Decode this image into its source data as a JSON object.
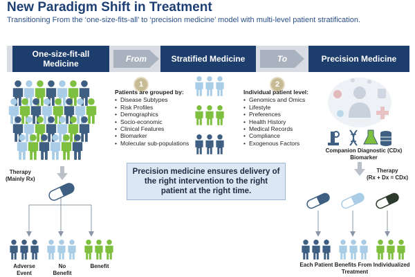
{
  "title": "New Paradigm Shift in Treatment",
  "subtitle": "Transitioning From the ‘one-size-fits-all’ to ‘precision medicine’ model with multi-level patient stratification.",
  "stages": {
    "one_size": "One-size-fit-all Medicine",
    "stratified": "Stratified Medicine",
    "precision": "Precision Medicine"
  },
  "arrows": {
    "from": "From",
    "to": "To"
  },
  "step_numbers": [
    "1",
    "2"
  ],
  "grouping": {
    "heading": "Patients are grouped by:",
    "items": [
      "Disease Subtypes",
      "Risk Profiles",
      "Demographics",
      "Socio-economic",
      "Clinical Features",
      "Biomarker",
      "Molecular sub-populations"
    ]
  },
  "individual": {
    "heading": "Individual patient level:",
    "items": [
      "Genomics and Omics",
      "Lifestyle",
      "Preferences",
      "Health History",
      "Medical Records",
      "Compliance",
      "Exogenous Factors"
    ]
  },
  "callout": "Precision medicine ensures delivery of the right intervention to the right patient at the right time.",
  "therapy_left": {
    "line1": "Therapy",
    "line2": "(Mainly Rx)"
  },
  "outcomes_left": {
    "adverse": [
      "Adverse",
      "Event"
    ],
    "no_benefit": [
      "No",
      "Benefit"
    ],
    "benefit": "Benefit"
  },
  "companion": {
    "line1": "Companion Diagnostic (CDx)",
    "line2": "Biomarker"
  },
  "therapy_right": {
    "line1": "Therapy",
    "line2": "(Rx + Dx = CDx)"
  },
  "outcome_right": [
    "Each Patient Benefits From Individualized",
    "Treatment"
  ],
  "colors": {
    "navy": "#1d3d6d",
    "title": "#1d3f73",
    "arrow_gray": "#a9b3c0",
    "green": "#7fbf3f",
    "light_blue": "#a9cde6",
    "steel_blue": "#3e5f82",
    "callout_bg": "#dce7f4",
    "circle": "#c7bb96"
  }
}
